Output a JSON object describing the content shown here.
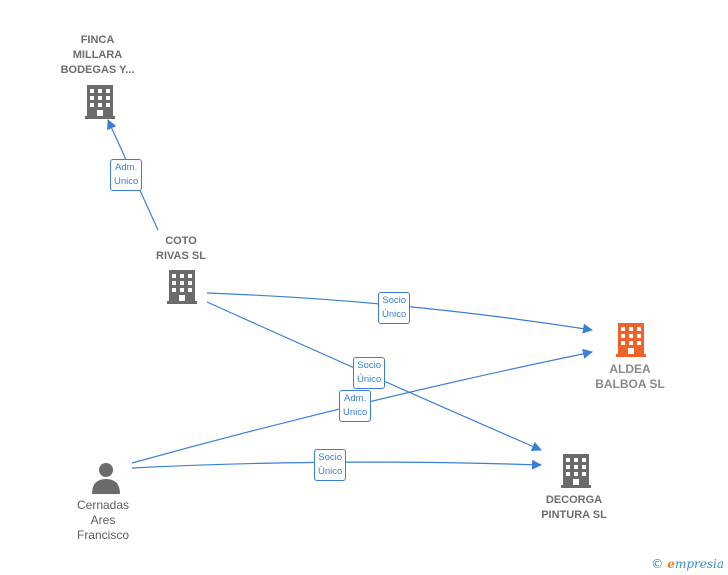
{
  "nodes": {
    "finca": {
      "label": "FINCA\nMILLARA\nBODEGAS Y...",
      "type": "company"
    },
    "coto": {
      "label": "COTO\nRIVAS  SL",
      "type": "company"
    },
    "aldea": {
      "label": "ALDEA\nBALBOA  SL",
      "type": "company-focus"
    },
    "decorga": {
      "label": "DECORGA\nPINTURA SL",
      "type": "company"
    },
    "cernadas": {
      "label": "Cernadas\nAres\nFrancisco",
      "type": "person"
    }
  },
  "edges": {
    "coto_finca": {
      "label": "Adm.\nUnico"
    },
    "coto_aldea": {
      "label": "Socio\nÚnico"
    },
    "coto_decorga": {
      "label": "Socio\nÚnico"
    },
    "cernadas_aldea": {
      "label": "Adm.\nUnico"
    },
    "cernadas_decorga": {
      "label": "Socio\nÚnico"
    }
  },
  "colors": {
    "edge": "#3a7fd6",
    "company_icon": "#6b6b6b",
    "focus_icon": "#f0622a"
  },
  "icons": {
    "company": "building-icon",
    "person": "person-icon"
  },
  "footer": {
    "copyright": "©",
    "brand_initial": "e",
    "brand_rest": "mpresia"
  }
}
